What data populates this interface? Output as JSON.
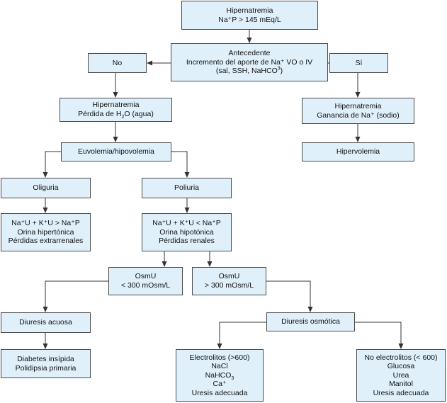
{
  "nodes": {
    "root": {
      "lines": [
        "Hipernatremia",
        "Na⁺P > 145 mEq/L"
      ]
    },
    "antecedente": {
      "l1": "Antecedente",
      "l2": "Incremento del aporte de Na⁺ VO o IV",
      "l3_pre": "(sal, SSH, NaHCO",
      "l3_sup": "3",
      "l3_post": ")"
    },
    "no": {
      "lines": [
        "No"
      ]
    },
    "si": {
      "lines": [
        "Sí"
      ]
    },
    "hiper_agua": {
      "l1": "Hipernatremia",
      "l2_pre": "Pérdida de H",
      "l2_sub": "2",
      "l2_post": "O (agua)"
    },
    "hiper_sodio": {
      "lines": [
        "Hipernatremia",
        "Ganancia de Na⁺ (sodio)"
      ]
    },
    "euvolemia": {
      "lines": [
        "Euvolemia/hipovolemia"
      ]
    },
    "hipervolemia": {
      "lines": [
        "Hipervolemia"
      ]
    },
    "oliguria": {
      "lines": [
        "Oliguria"
      ]
    },
    "poliuria": {
      "lines": [
        "Poliuria"
      ]
    },
    "oliguria_detalle": {
      "lines": [
        "Na⁺U + K⁺U > Na⁺P",
        "Orina hipertónica",
        "Pérdidas extrarrenales"
      ]
    },
    "poliuria_detalle": {
      "lines": [
        "Na⁺U + K⁺U < Na⁺P",
        "Orina hipotónica",
        "Pérdidas renales"
      ]
    },
    "osm_baja": {
      "lines": [
        "OsmU",
        "< 300 mOsm/L"
      ]
    },
    "osm_alta": {
      "lines": [
        "OsmU",
        "> 300 mOsm/L"
      ]
    },
    "diuresis_acuosa": {
      "lines": [
        "Diuresis acuosa"
      ]
    },
    "diuresis_osmotica": {
      "lines": [
        "Diuresis osmótica"
      ]
    },
    "diabetes": {
      "lines": [
        "Diabetes insípida",
        "Polidipsia primaria"
      ]
    },
    "electrolitos": {
      "l1": "Electrolitos (>600)",
      "l2": "NaCl",
      "l3_pre": "NaHCO",
      "l3_sub": "3",
      "l4": "Ca⁺",
      "l5": "Uresis adecuada"
    },
    "no_electrolitos": {
      "lines": [
        "No electrolitos (< 600)",
        "Glucosa",
        "Urea",
        "Manitol",
        "Uresis adecuada"
      ]
    }
  },
  "colors": {
    "node_fill": "#dff0fa",
    "node_border": "#4a4a4a",
    "edge": "#333333"
  }
}
